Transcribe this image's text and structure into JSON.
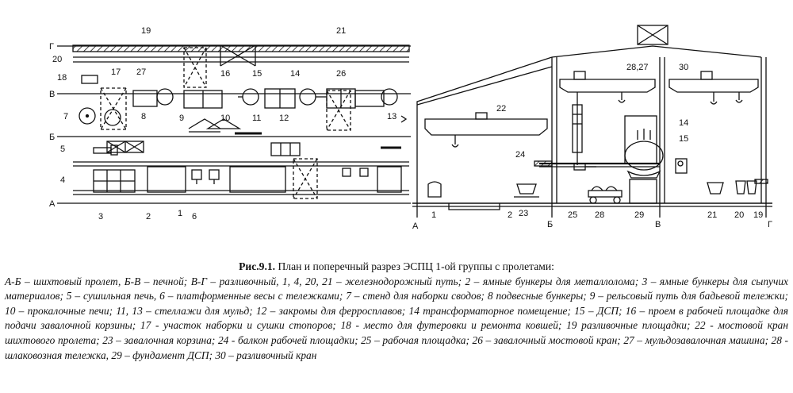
{
  "plan_labels": {
    "axis_g": "Г",
    "axis_v": "В",
    "axis_b": "Б",
    "axis_a": "А",
    "n19": "19",
    "n20": "20",
    "n21": "21",
    "n18": "18",
    "n17": "17",
    "n27": "27",
    "n16": "16",
    "n15": "15",
    "n14": "14",
    "n26": "26",
    "n7": "7",
    "n8": "8",
    "n9": "9",
    "n10": "10",
    "n11": "11",
    "n12": "12",
    "n13": "13",
    "n5": "5",
    "n4": "4",
    "n3": "3",
    "n2": "2",
    "n1": "1",
    "n6": "6"
  },
  "section_labels": {
    "n2827": "28,27",
    "n30": "30",
    "n22": "22",
    "n14": "14",
    "n15": "15",
    "n24": "24",
    "n1": "1",
    "n23": "23",
    "n2": "2",
    "n25": "25",
    "n28": "28",
    "n29": "29",
    "n21": "21",
    "n20": "20",
    "n19": "19",
    "axis_a": "А",
    "axis_b": "Б",
    "axis_v": "В",
    "axis_g": "Г"
  },
  "caption": {
    "fig_label": "Рис.9.1.",
    "title": "План и поперечный разрез ЭСПЦ 1-ой группы с пролетами:",
    "body": "А-Б – шихтовый пролет, Б-В – печной; В-Г – разливочный, 1, 4, 20, 21 – железнодорожный путь; 2 – ямные бункеры для металлолома; 3 – ямные бункеры для сыпучих материалов; 5 – сушильная печь, 6 – платформенные весы с тележками; 7 – стенд для наборки сводов; 8 подвесные бункеры; 9 – рельсовый путь для бадьевой тележки; 10 – прокалочные печи; 11, 13 – стеллажи для мульд; 12 – закромы для ферросплавов; 14 трансформаторное помещение; 15 – ДСП; 16 – проем в рабочей площадке для подачи завалочной корзины; 17 - участок наборки и сушки стопоров; 18 - место для футеровки и ремонта ковшей; 19 разливочные площадки; 22 - мостовой кран шихтового пролета; 23 – завалочная корзина; 24 - балкон рабочей площадки; 25 – рабочая площадка; 26 – завалочный мостовой кран; 27 – мульдозавалочная машина; 28 - шлаковозная тележка, 29 – фундамент ДСП; 30 – разливочный кран"
  }
}
